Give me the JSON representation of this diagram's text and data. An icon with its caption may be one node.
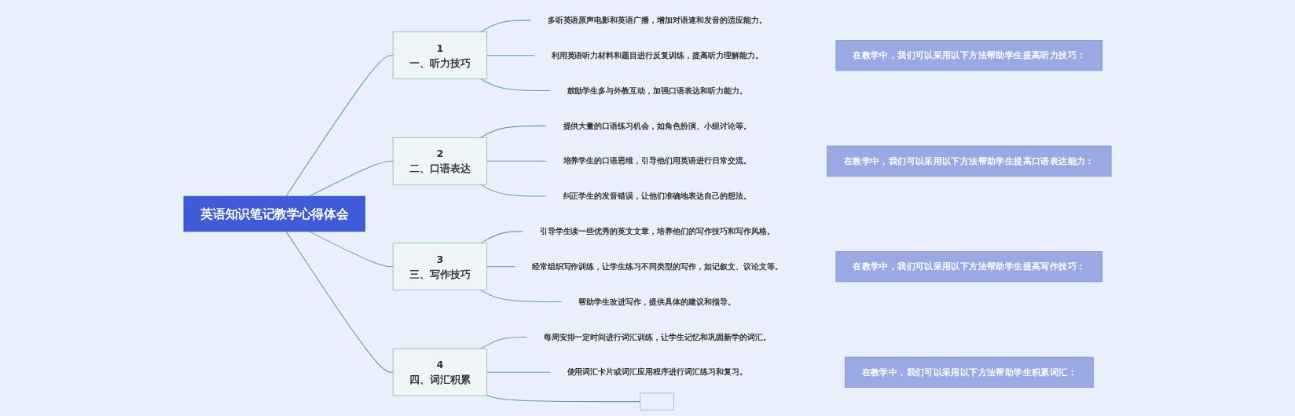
{
  "diagram": {
    "nodes": [
      {
        "text": [
          "英语知识笔记教学心得体会"
        ]
      },
      {
        "text": [
          "1",
          "一、听力技巧"
        ]
      },
      {
        "text": [
          "多听英语原声电影和英语广播，增加对语速和发音的适应能力。"
        ]
      },
      {
        "text": [
          "利用英语听力材料和题目进行反复训练，提高听力理解能力。"
        ]
      },
      {
        "text": [
          "鼓励学生多与外教互动，加强口语表达和听力能力。"
        ]
      },
      {
        "text": [
          "在教学中，我们可以采用以下方法帮助学生提高听力技巧："
        ]
      },
      {
        "text": [
          "2",
          "二、口语表达"
        ]
      },
      {
        "text": [
          "提供大量的口语练习机会，如角色扮演、小组讨论等。"
        ]
      },
      {
        "text": [
          "培养学生的口语思维，引导他们用英语进行日常交流。"
        ]
      },
      {
        "text": [
          "纠正学生的发音错误，让他们准确地表达自己的想法。"
        ]
      },
      {
        "text": [
          "在教学中，我们可以采用以下方法帮助学生提高口语表达能力："
        ]
      },
      {
        "text": [
          "3",
          "三、写作技巧"
        ]
      },
      {
        "text": [
          "引导学生读一些优秀的英文文章，培养他们的写作技巧和写作风格。"
        ]
      },
      {
        "text": [
          "经常组织写作训练，让学生练习不同类型的写作，如记叙文、议论文等。"
        ]
      },
      {
        "text": [
          "帮助学生改进写作，提供具体的建议和指导。"
        ]
      },
      {
        "text": [
          "在教学中，我们可以采用以下方法帮助学生提高写作技巧："
        ]
      },
      {
        "text": [
          "4",
          "四、词汇积累"
        ]
      },
      {
        "text": [
          "每周安排一定时间进行词汇训练，让学生记忆和巩固新学的词汇。"
        ]
      },
      {
        "text": [
          "使用词汇卡片或词汇应用程序进行词汇练习和复习。"
        ]
      },
      {
        "text": [],
        "shape": "box"
      },
      {
        "text": [
          "在教学中，我们可以采用以下方法帮助学生积累词汇："
        ]
      }
    ],
    "edges": [
      {
        "from": 0,
        "to": 1,
        "arrow": "none"
      },
      {
        "from": 1,
        "to": 2,
        "arrow": "none"
      },
      {
        "from": 1,
        "to": 3,
        "arrow": "none"
      },
      {
        "from": 1,
        "to": 4,
        "arrow": "none"
      },
      {
        "from": 0,
        "to": 6,
        "arrow": "none"
      },
      {
        "from": 6,
        "to": 7,
        "arrow": "none"
      },
      {
        "from": 6,
        "to": 8,
        "arrow": "none"
      },
      {
        "from": 6,
        "to": 9,
        "arrow": "none"
      },
      {
        "from": 0,
        "to": 11,
        "arrow": "none"
      },
      {
        "from": 11,
        "to": 12,
        "arrow": "none"
      },
      {
        "from": 11,
        "to": 13,
        "arrow": "none"
      },
      {
        "from": 11,
        "to": 14,
        "arrow": "none"
      },
      {
        "from": 0,
        "to": 16,
        "arrow": "none"
      },
      {
        "from": 16,
        "to": 17,
        "arrow": "none"
      },
      {
        "from": 16,
        "to": 18,
        "arrow": "none"
      },
      {
        "from": 16,
        "to": 19,
        "arrow": "none"
      }
    ]
  }
}
